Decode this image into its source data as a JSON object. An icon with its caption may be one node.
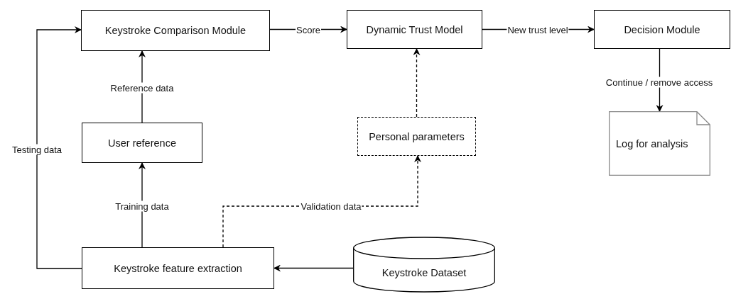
{
  "diagram": {
    "nodes": [
      {
        "text": [
          "Keystroke Comparison Module"
        ]
      },
      {
        "text": [
          "Dynamic Trust Model"
        ]
      },
      {
        "text": [
          "Decision Module"
        ]
      },
      {
        "text": [
          "User reference"
        ]
      },
      {
        "text": [
          "Personal parameters"
        ]
      },
      {
        "text": [
          "Log for analysis"
        ]
      },
      {
        "text": [
          "Keystroke feature extraction"
        ]
      },
      {
        "text": [
          "Keystroke Dataset"
        ]
      }
    ],
    "edges": [
      {
        "from": 6,
        "to": 0,
        "arrow": "to",
        "label": "Testing data"
      },
      {
        "from": 3,
        "to": 0,
        "arrow": "to",
        "label": "Reference data"
      },
      {
        "from": 6,
        "to": 3,
        "arrow": "to",
        "label": "Training data"
      },
      {
        "from": 6,
        "to": 4,
        "arrow": "to",
        "label": "Validation data",
        "style": "dashed"
      },
      {
        "from": 4,
        "to": 1,
        "arrow": "to",
        "style": "dashed"
      },
      {
        "from": 0,
        "to": 1,
        "arrow": "to",
        "label": "Score"
      },
      {
        "from": 1,
        "to": 2,
        "arrow": "to",
        "label": "New trust level"
      },
      {
        "from": 2,
        "to": 5,
        "arrow": "to",
        "label": "Continue / remove access"
      },
      {
        "from": 7,
        "to": 6,
        "arrow": "to"
      }
    ]
  }
}
